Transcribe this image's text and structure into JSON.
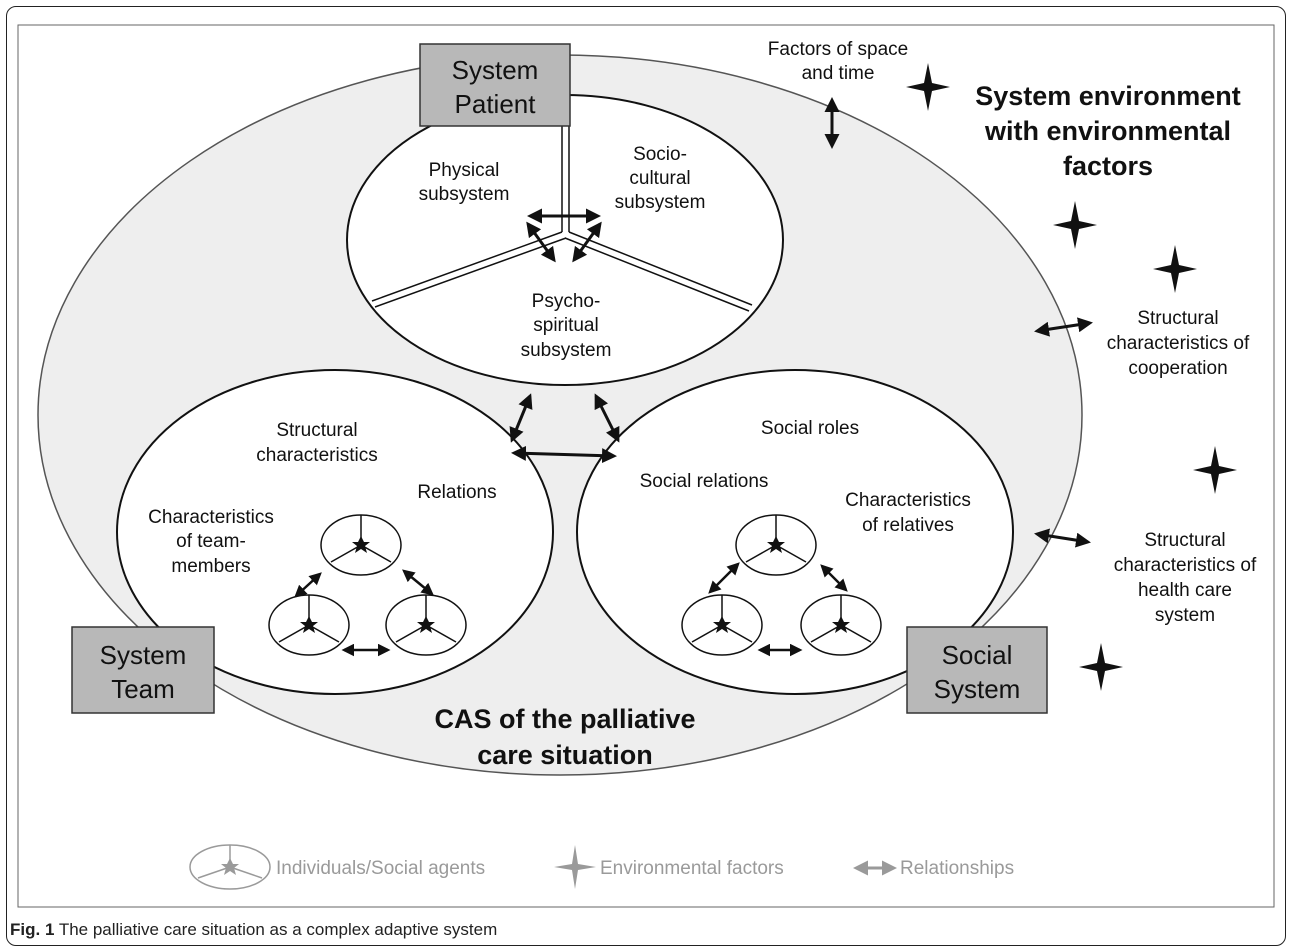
{
  "nodes": {
    "patient": "System Patient",
    "team": "System Team",
    "social": "Social System",
    "physical": "Physical subsystem",
    "sociocultural": "Socio- cultural subsystem",
    "psychospiritual": "Psycho- spiritual subsystem",
    "team_structural": "Structural characteristics",
    "team_relations": "Relations",
    "team_members": "Characteristics of team- members",
    "social_roles": "Social roles",
    "social_relations": "Social relations",
    "social_relatives": "Characteristics of relatives",
    "cas_title": "CAS of the palliative care situation",
    "env_title": "System environment with environmental factors",
    "env_space_time": "Factors of space and time",
    "env_cooperation": "Structural characteristics of cooperation",
    "env_health": "Structural characteristics of health care system"
  },
  "legend": {
    "agents": "Individuals/Social agents",
    "env_factors": "Environmental factors",
    "relationships": "Relationships"
  },
  "caption": {
    "label": "Fig. 1",
    "text": " The palliative care situation as a complex adaptive system"
  },
  "colors": {
    "outer_fill": "#eeeeee",
    "box_fill": "#b8b8b8",
    "legend_gray": "#9a9a9a"
  }
}
